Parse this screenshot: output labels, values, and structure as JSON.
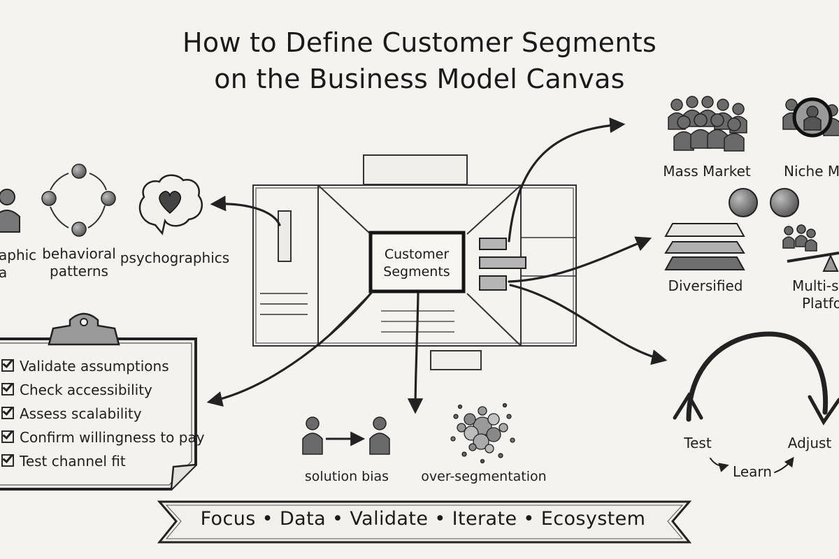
{
  "title": {
    "line1": "How to Define Customer Segments",
    "line2": "on the Business Model Canvas"
  },
  "canvas": {
    "center_label_line1": "Customer",
    "center_label_line2": "Segments"
  },
  "segmentation_criteria": {
    "demographic_line1": "aphic",
    "demographic_line2": "a",
    "behavioral_line1": "behavioral",
    "behavioral_line2": "patterns",
    "psychographics": "psychographics"
  },
  "segment_types": {
    "mass_market": "Mass Market",
    "niche_market": "Niche Ma",
    "diversified": "Diversified",
    "multi_sided_line1": "Multi-s",
    "multi_sided_line2": "Platfo"
  },
  "checklist": [
    "Validate assumptions",
    "Check accessibility",
    "Assess scalability",
    "Confirm willingness to pay",
    "Test channel fit"
  ],
  "pitfalls": {
    "solution_bias": "solution bias",
    "over_segmentation": "over-segmentation"
  },
  "cycle": {
    "test": "Test",
    "learn": "Learn",
    "adjust": "Adjust"
  },
  "banner": "Focus • Data • Validate • Iterate • Ecosystem"
}
